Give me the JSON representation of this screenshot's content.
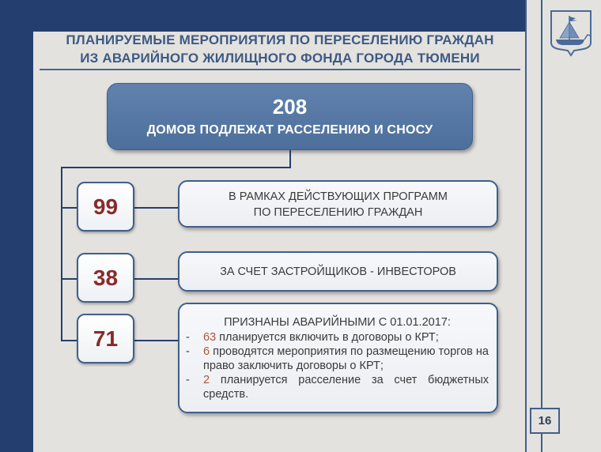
{
  "header": {
    "title_line1": "ПЛАНИРУЕМЫЕ МЕРОПРИЯТИЯ ПО ПЕРЕСЕЛЕНИЮ ГРАЖДАН",
    "title_line2": "ИЗ АВАРИЙНОГО ЖИЛИЩНОГО ФОНДА ГОРОДА ТЮМЕНИ",
    "emblem": "tyumen-coat-of-arms-ship-icon"
  },
  "main": {
    "total": "208",
    "total_label": "ДОМОВ ПОДЛЕЖАТ  РАССЕЛЕНИЮ И СНОСУ"
  },
  "branches": [
    {
      "count": "99",
      "line1": "В РАМКАХ ДЕЙСТВУЮЩИХ ПРОГРАММ",
      "line2": "ПО ПЕРЕСЕЛЕНИЮ ГРАЖДАН"
    },
    {
      "count": "38",
      "line1": "ЗА СЧЕТ ЗАСТРОЙЩИКОВ - ИНВЕСТОРОВ"
    },
    {
      "count": "71",
      "heading": "ПРИЗНАНЫ АВАРИЙНЫМИ С 01.01.2017:",
      "items": [
        {
          "dash": "-",
          "num": "63",
          "text": " планируется включить в договоры о КРТ;"
        },
        {
          "dash": "-",
          "num": "6",
          "text": " проводятся мероприятия по размещению торгов на право заключить договоры о КРТ;"
        },
        {
          "dash": "-",
          "num": "2",
          "text": " планируется расселение за счет бюджетных средств."
        }
      ]
    }
  ],
  "footer": {
    "page_number": "16"
  },
  "colors": {
    "dark_blue": "#243f6f",
    "box_blue": "#5577a3",
    "number_red": "#8a2a2a",
    "highlight": "#b4553a",
    "background": "#e4e2de"
  }
}
